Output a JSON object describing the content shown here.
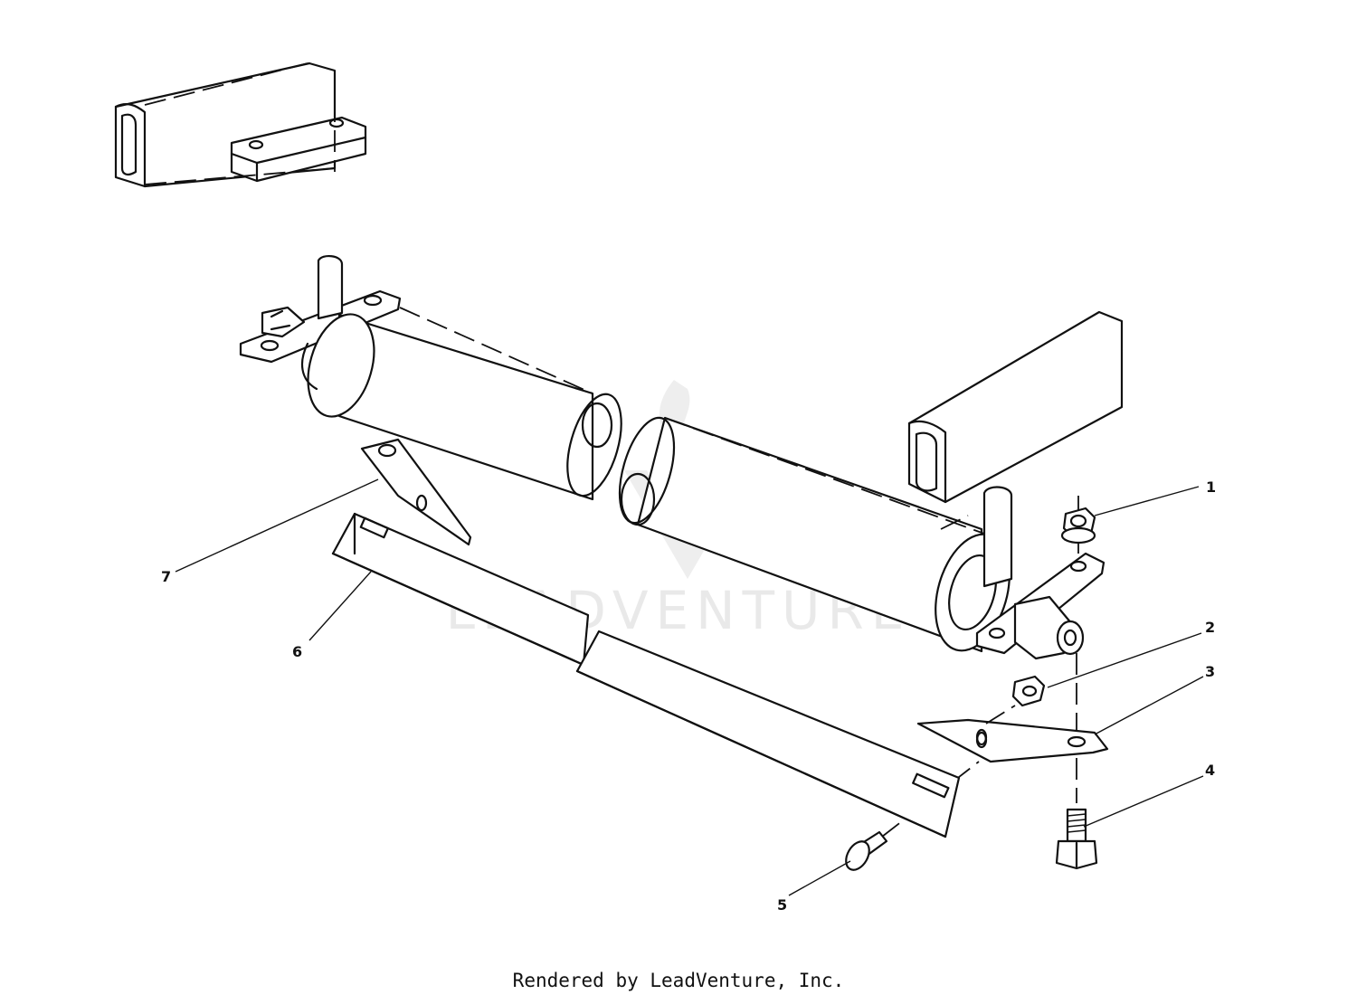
{
  "diagram": {
    "callouts": [
      "1",
      "2",
      "3",
      "4",
      "5",
      "6",
      "7"
    ],
    "watermark": "LEADVENTURE",
    "footer": "Rendered by LeadVenture, Inc."
  }
}
